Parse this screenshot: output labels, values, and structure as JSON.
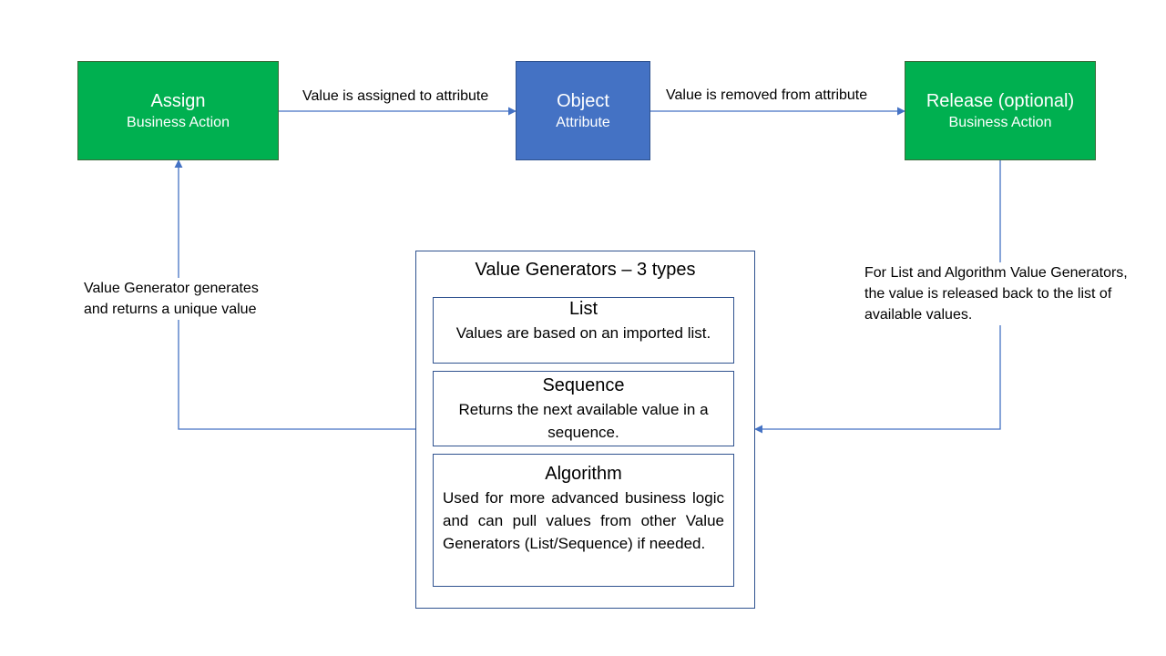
{
  "assign": {
    "title": "Assign",
    "subtitle": "Business Action"
  },
  "object": {
    "title": "Object",
    "subtitle": "Attribute"
  },
  "release": {
    "title": "Release (optional)",
    "subtitle": "Business Action"
  },
  "arrows": {
    "assign_to_object": "Value is assigned to attribute",
    "object_to_release": "Value is removed from attribute",
    "generator_to_assign": "Value Generator generates and returns a unique value",
    "release_to_generator": "For List and Algorithm Value Generators, the value is released back to the list of available values."
  },
  "generators": {
    "title": "Value Generators – 3 types",
    "types": [
      {
        "name": "List",
        "description": "Values are based on an imported list."
      },
      {
        "name": "Sequence",
        "description": "Returns the next available value in a sequence."
      },
      {
        "name": "Algorithm",
        "description": "Used for more advanced business logic and can pull values from other Value Generators (List/Sequence) if needed."
      }
    ]
  },
  "colors": {
    "green": "#00b050",
    "blue": "#4472c4",
    "line": "#4472c4"
  }
}
